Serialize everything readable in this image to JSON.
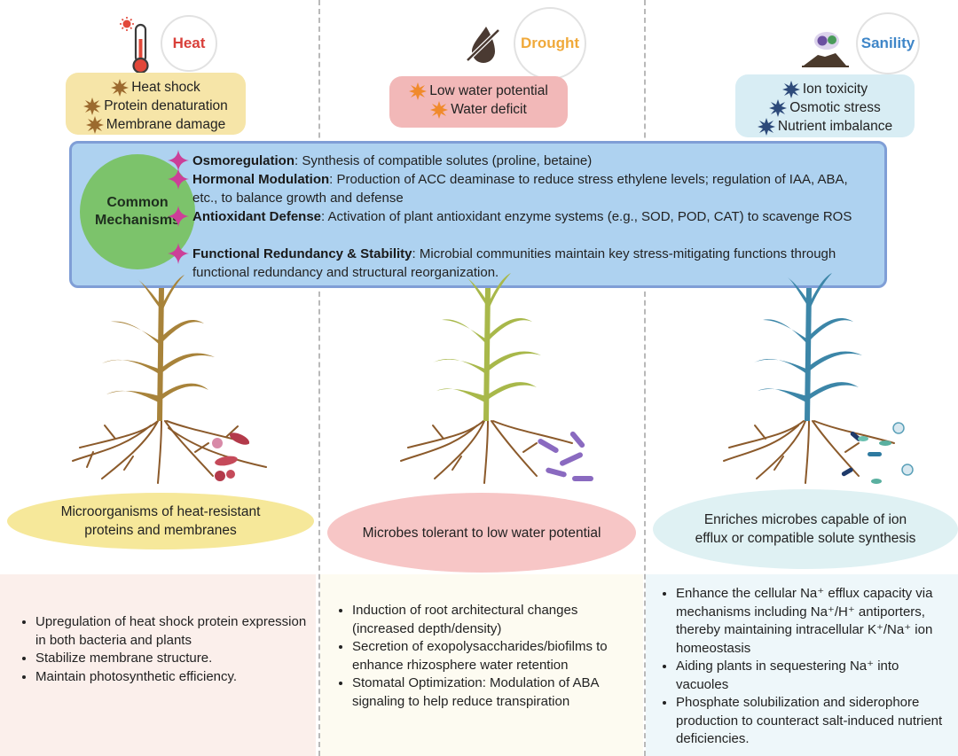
{
  "columns": [
    {
      "name": "Heat",
      "color": "#d9403a",
      "stressors": [
        "Heat shock",
        "Protein denaturation",
        "Membrane damage"
      ],
      "microbes": "Microorganisms of heat-resistant proteins and membranes",
      "mechanisms": [
        "Upregulation of heat shock protein expression in both bacteria and plants",
        "Stabilize membrane structure.",
        "Maintain photosynthetic efficiency."
      ]
    },
    {
      "name": "Drought",
      "color": "#f0a93a",
      "stressors": [
        "Low water potential",
        "Water deficit"
      ],
      "microbes": "Microbes tolerant to low water potential",
      "mechanisms": [
        "Induction of root architectural changes (increased depth/density)",
        "Secretion of exopolysaccharides/biofilms to enhance rhizosphere water retention",
        "Stomatal Optimization: Modulation of ABA signaling to help reduce transpiration"
      ]
    },
    {
      "name": "Sanility",
      "color": "#3f86c8",
      "stressors": [
        "Ion toxicity",
        "Osmotic stress",
        "Nutrient imbalance"
      ],
      "microbes": "Enriches microbes capable of ion efflux or compatible solute synthesis",
      "mechanisms": [
        "Enhance the cellular Na⁺ efflux capacity via mechanisms including Na⁺/H⁺ antiporters, thereby maintaining intracellular K⁺/Na⁺ ion homeostasis",
        "Aiding plants in sequestering Na⁺ into vacuoles",
        "Phosphate solubilization and siderophore production to counteract salt-induced nutrient deficiencies."
      ]
    }
  ],
  "common": {
    "title": "Common Mechanisms",
    "items": [
      {
        "term": "Osmoregulation",
        "text": ": Synthesis of compatible solutes (proline,  betaine)"
      },
      {
        "term": "Hormonal Modulation",
        "text": ": Production of ACC deaminase to reduce stress ethylene levels; regulation of IAA, ABA, etc., to balance growth and defense"
      },
      {
        "term": "Antioxidant Defense",
        "text": ": Activation of plant antioxidant enzyme systems (e.g., SOD, POD, CAT) to scavenge ROS"
      },
      {
        "term": "Functional Redundancy & Stability",
        "text": ": Microbial communities maintain key stress-mitigating functions through functional redundancy and structural reorganization."
      }
    ]
  },
  "icons": {
    "heat": "thermometer-sun-icon",
    "drought": "water-drop-slash-icon",
    "salinity": "salt-ions-soil-icon",
    "stressor_marker": "spiky-particle-icon",
    "mechanism_marker": "four-point-star-icon"
  },
  "colors": {
    "heat_box": "#f6e5a8",
    "drought_box": "#f2b8b8",
    "salinity_box": "#d8edf4",
    "common_bg": "#aed2f0",
    "common_circle": "#7cc36b",
    "star": "#cc3f98",
    "heat_plant": "#a8833a",
    "drought_plant": "#a8b84a",
    "salinity_plant": "#3c86a8"
  }
}
